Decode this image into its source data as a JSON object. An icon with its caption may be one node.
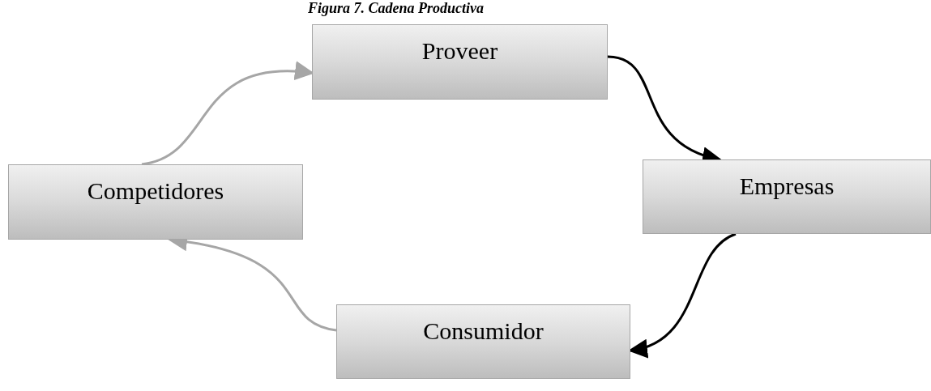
{
  "diagram": {
    "title": "Figura 7. Cadena Productiva",
    "nodes": [
      {
        "text": [
          "Proveer"
        ]
      },
      {
        "text": [
          "Empresas"
        ]
      },
      {
        "text": [
          "Consumidor"
        ]
      },
      {
        "text": [
          "Competidores"
        ]
      }
    ],
    "edges": [
      {
        "from": 0,
        "to": 1,
        "arrow": "to"
      },
      {
        "from": 1,
        "to": 2,
        "arrow": "to"
      },
      {
        "from": 2,
        "to": 3,
        "arrow": "to",
        "color": "#a6a6a6"
      },
      {
        "from": 3,
        "to": 0,
        "arrow": "to",
        "color": "#a6a6a6"
      }
    ]
  }
}
